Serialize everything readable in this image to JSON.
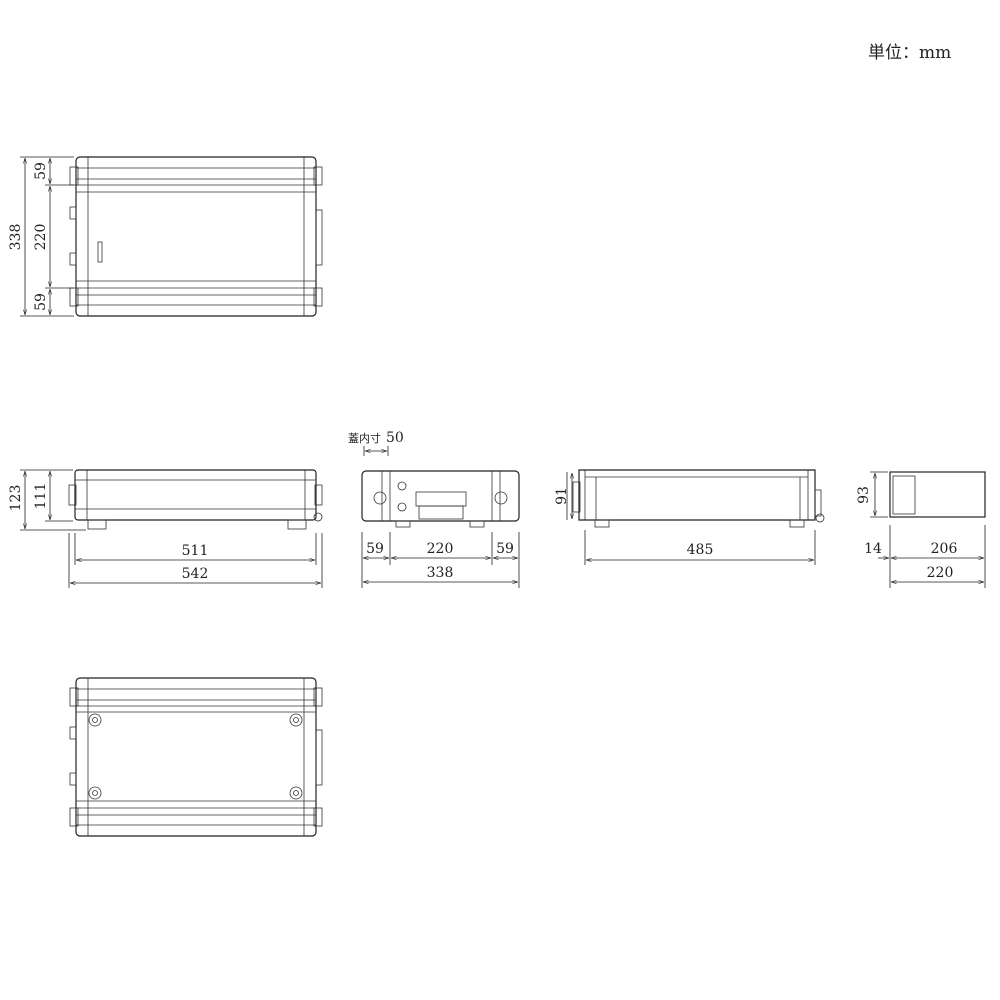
{
  "unit_label": "単位：mm",
  "top_view": {
    "dims": [
      "338",
      "59",
      "220",
      "59"
    ]
  },
  "side_view": {
    "dims": [
      "123",
      "111",
      "511",
      "542"
    ]
  },
  "front_view": {
    "lid_label": "蓋内寸",
    "lid_dim": "50",
    "dims": [
      "59",
      "220",
      "59",
      "338"
    ]
  },
  "rack_view": {
    "dims": [
      "91",
      "485"
    ]
  },
  "lid_view": {
    "dims": [
      "93",
      "14",
      "206",
      "220"
    ]
  }
}
